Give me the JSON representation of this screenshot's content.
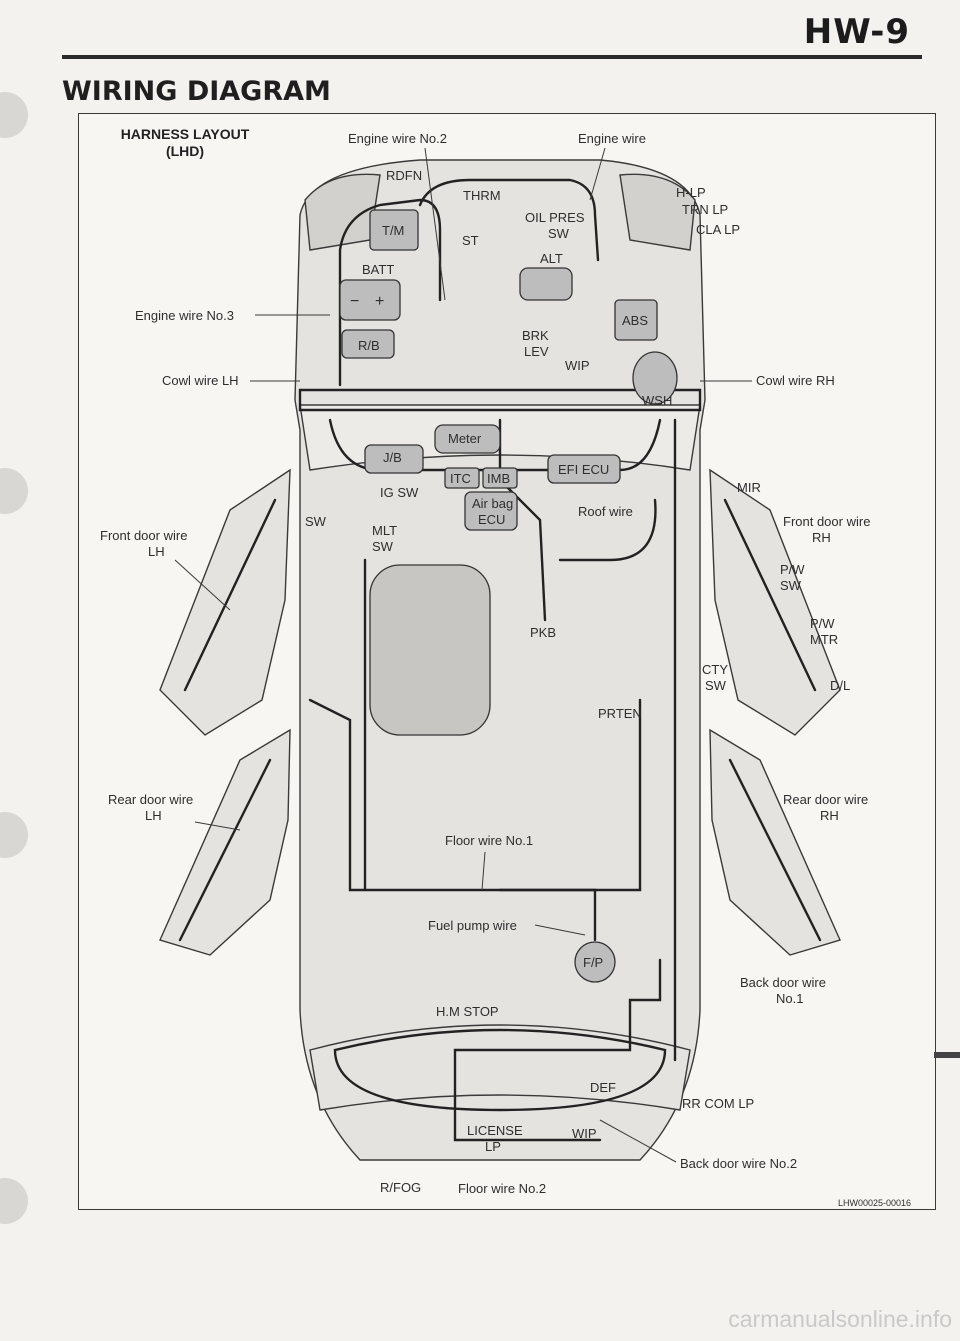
{
  "header": {
    "page_number": "HW-9",
    "section_title": "WIRING DIAGRAM"
  },
  "diagram": {
    "title_line1": "HARNESS LAYOUT",
    "title_line2": "(LHD)",
    "harness_labels": {
      "engine_wire_no2": "Engine wire No.2",
      "engine_wire": "Engine wire",
      "engine_wire_no3": "Engine wire No.3",
      "cowl_wire_lh": "Cowl wire LH",
      "cowl_wire_rh": "Cowl wire RH",
      "front_door_wire_lh": [
        "Front door wire",
        "LH"
      ],
      "front_door_wire_rh": [
        "Front door wire",
        "RH"
      ],
      "roof_wire": "Roof wire",
      "rear_door_wire_lh": [
        "Rear door wire",
        "LH"
      ],
      "rear_door_wire_rh": [
        "Rear door wire",
        "RH"
      ],
      "floor_wire_no1": "Floor wire No.1",
      "fuel_pump_wire": "Fuel pump wire",
      "back_door_wire_no1": [
        "Back door wire",
        "No.1"
      ],
      "back_door_wire_no2": "Back door wire No.2",
      "floor_wire_no2": "Floor wire No.2"
    },
    "component_labels": {
      "rdfn": "RDFN",
      "thrm": "THRM",
      "tm": "T/M",
      "st": "ST",
      "oil_pres_sw": [
        "OIL PRES",
        "SW"
      ],
      "alt": "ALT",
      "batt": "BATT",
      "minus": "−",
      "plus": "+",
      "rb": "R/B",
      "brk_lev": [
        "BRK",
        "LEV"
      ],
      "wip_front": "WIP",
      "abs": "ABS",
      "wsh": "WSH",
      "hlp": "H-LP",
      "trn_lp": "TRN LP",
      "cla_lp": "CLA LP",
      "meter": "Meter",
      "jb": "J/B",
      "itc": "ITC",
      "imb": "IMB",
      "efi_ecu": "EFI ECU",
      "ig_sw": "IG SW",
      "airbag_ecu": [
        "Air bag",
        "ECU"
      ],
      "sw": "SW",
      "mlt_sw": [
        "MLT",
        "SW"
      ],
      "mir": "MIR",
      "pw_sw": [
        "P/W",
        "SW"
      ],
      "pw_mtr": [
        "P/W",
        "MTR"
      ],
      "dl": "D/L",
      "cty_sw": [
        "CTY",
        "SW"
      ],
      "pkb": "PKB",
      "prten": "PRTEN",
      "fp": "F/P",
      "hm_stop": "H.M STOP",
      "def": "DEF",
      "rr_com_lp": "RR COM LP",
      "license_lp": [
        "LICENSE",
        "LP"
      ],
      "wip_rear": "WIP",
      "rfog": "R/FOG"
    },
    "figure_code": "LHW00025-00016"
  },
  "footer": {
    "watermark": "carmanualsonline.info"
  },
  "colors": {
    "ink": "#2e2e2e",
    "component_fill": "#bdbdbd",
    "body_fill": "#e4e3e0"
  }
}
